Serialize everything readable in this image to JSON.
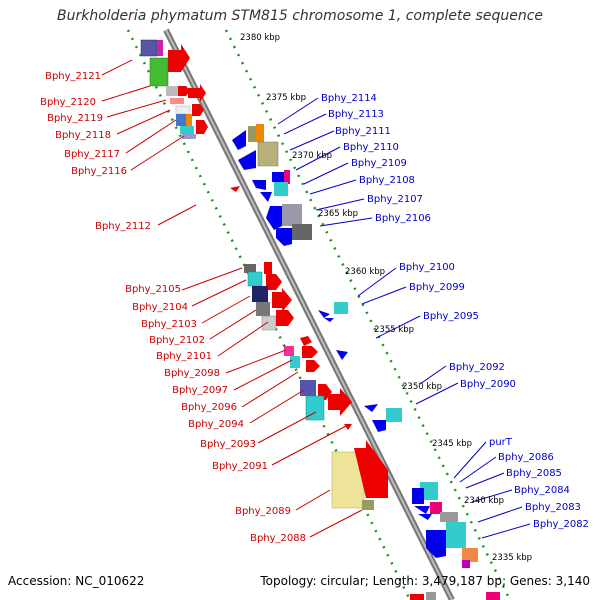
{
  "title": "Burkholderia phymatum STM815 chromosome 1, complete sequence",
  "footer": {
    "accession": "Accession: NC_010622",
    "summary": "Topology: circular; Length: 3,479,187 bp; Genes: 3,140"
  },
  "ticks": [
    "2380 kbp",
    "2375 kbp",
    "2370 kbp",
    "2365 kbp",
    "2360 kbp",
    "2355 kbp",
    "2350 kbp",
    "2345 kbp",
    "2340 kbp",
    "2335 kbp"
  ],
  "left_labels": [
    "Bphy_2121",
    "Bphy_2120",
    "Bphy_2119",
    "Bphy_2118",
    "Bphy_2117",
    "Bphy_2116",
    "Bphy_2112",
    "Bphy_2105",
    "Bphy_2104",
    "Bphy_2103",
    "Bphy_2102",
    "Bphy_2101",
    "Bphy_2098",
    "Bphy_2097",
    "Bphy_2096",
    "Bphy_2094",
    "Bphy_2093",
    "Bphy_2091",
    "Bphy_2089",
    "Bphy_2088"
  ],
  "right_labels": [
    "Bphy_2114",
    "Bphy_2113",
    "Bphy_2111",
    "Bphy_2110",
    "Bphy_2109",
    "Bphy_2108",
    "Bphy_2107",
    "Bphy_2106",
    "Bphy_2100",
    "Bphy_2099",
    "Bphy_2095",
    "Bphy_2092",
    "Bphy_2090",
    "purT",
    "Bphy_2086",
    "Bphy_2085",
    "Bphy_2084",
    "Bphy_2083",
    "Bphy_2082"
  ],
  "colors": {
    "forward": "#ee0000",
    "reverse": "#0000ee",
    "backbone": "#999999",
    "dots": "#119911",
    "left_label": "#cc0000",
    "right_label": "#0000cc"
  }
}
